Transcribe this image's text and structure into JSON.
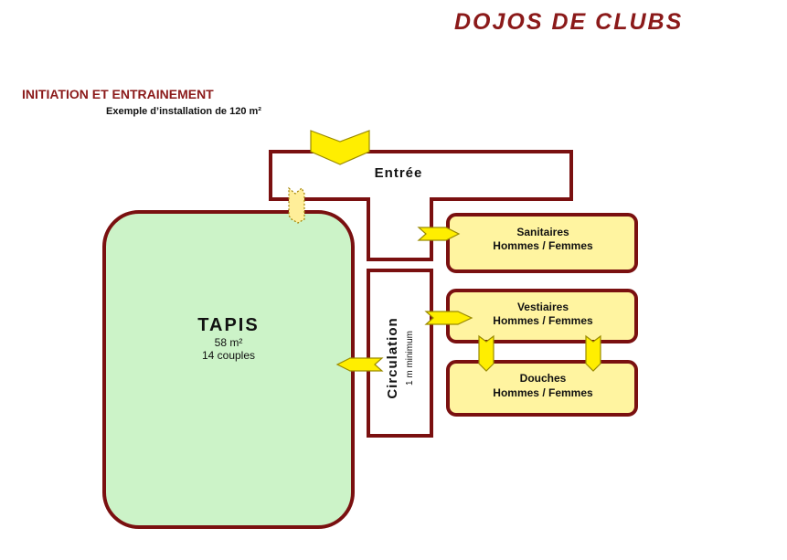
{
  "header": {
    "title": "DOJOS DE CLUBS",
    "section": "INITIATION ET ENTRAINEMENT",
    "subtitle": "Exemple d’installation de 120 m²"
  },
  "plan": {
    "entrance_label": "Entrée",
    "tapis": {
      "title": "TAPIS",
      "area": "58 m²",
      "couples": "14 couples"
    },
    "circulation": {
      "label": "Circulation",
      "note": "1 m minimum"
    },
    "rooms": [
      {
        "name": "Sanitaires",
        "detail": "Hommes / Femmes"
      },
      {
        "name": "Vestiaires",
        "detail": "Hommes / Femmes"
      },
      {
        "name": "Douches",
        "detail": "Hommes / Femmes"
      }
    ]
  },
  "colors": {
    "wall": "#7a1010",
    "tapis_fill": "#ccf3c8",
    "room_fill": "#fff4a0",
    "arrow_fill": "#ffff00",
    "title": "#8b1a1a"
  }
}
